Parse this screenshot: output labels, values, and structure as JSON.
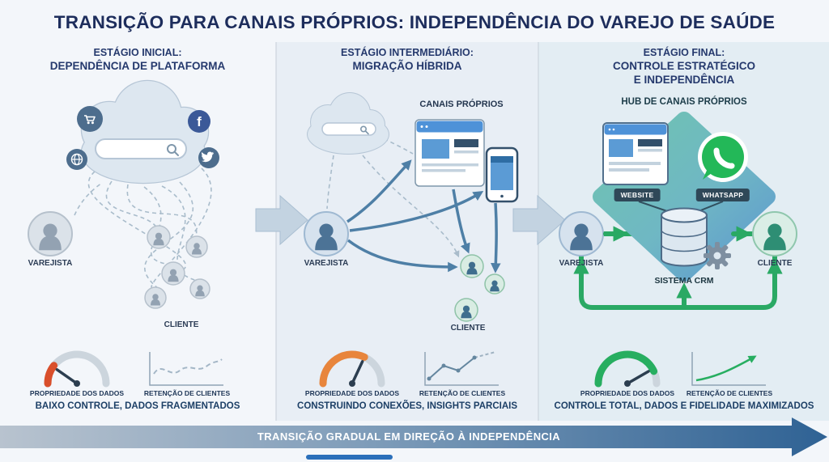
{
  "title": "TRANSIÇÃO PARA CANAIS PRÓPRIOS: INDEPENDÊNCIA DO VAREJO DE SAÚDE",
  "stages": [
    {
      "heading_top": "ESTÁGIO INICIAL:",
      "heading_main": "DEPENDÊNCIA DE PLATAFORMA",
      "actors": {
        "varejista": "VAREJISTA",
        "cliente": "CLIENTE"
      },
      "metrics": {
        "gauge_label": "PROPRIEDADE DOS DADOS",
        "gauge_level": 0.15,
        "chart_label": "RETENÇÃO DE CLIENTES"
      },
      "caption": "BAIXO CONTROLE, DADOS FRAGMENTADOS"
    },
    {
      "heading_top": "ESTÁGIO INTERMEDIÁRIO:",
      "heading_main": "MIGRAÇÃO HÍBRIDA",
      "channels_label": "CANAIS PRÓPRIOS",
      "actors": {
        "varejista": "VAREJISTA",
        "cliente": "CLIENTE"
      },
      "metrics": {
        "gauge_label": "PROPRIEDADE DOS DADOS",
        "gauge_level": 0.55,
        "chart_label": "RETENÇÃO DE CLIENTES"
      },
      "caption": "CONSTRUINDO CONEXÕES, INSIGHTS PARCIAIS"
    },
    {
      "heading_top": "ESTÁGIO FINAL:",
      "heading_main": "CONTROLE ESTRATÉGICO E INDEPENDÊNCIA",
      "hub_label": "HUB DE CANAIS PRÓPRIOS",
      "channels": {
        "website": "WEBSITE",
        "whatsapp": "WHATSAPP",
        "crm": "SISTEMA CRM"
      },
      "actors": {
        "varejista": "VAREJISTA",
        "cliente": "CLIENTE"
      },
      "metrics": {
        "gauge_label": "PROPRIEDADE DOS DADOS",
        "gauge_level": 0.9,
        "chart_label": "RETENÇÃO DE CLIENTES"
      },
      "caption": "CONTROLE TOTAL, DADOS E FIDELIDADE MAXIMIZADOS"
    }
  ],
  "banner": {
    "label": "TRANSIÇÃO GRADUAL EM DIREÇÃO À INDEPENDÊNCIA"
  },
  "icons": {
    "facebook_glyph": "f",
    "cart": "shopping-cart",
    "globe": "globe",
    "twitter": "bird",
    "search": "magnifier",
    "whatsapp": "phone-handset",
    "crm": "database-and-gear"
  },
  "colors": {
    "title": "#1d2d5c",
    "gauge_low": "#d94f2b",
    "gauge_mid": "#e8853c",
    "gauge_high": "#27ae60",
    "arrow_blue": "#4e7fa6",
    "loop_green": "#2aa964",
    "whatsapp_green": "#23b858",
    "banner_dark": "#2f6294"
  }
}
